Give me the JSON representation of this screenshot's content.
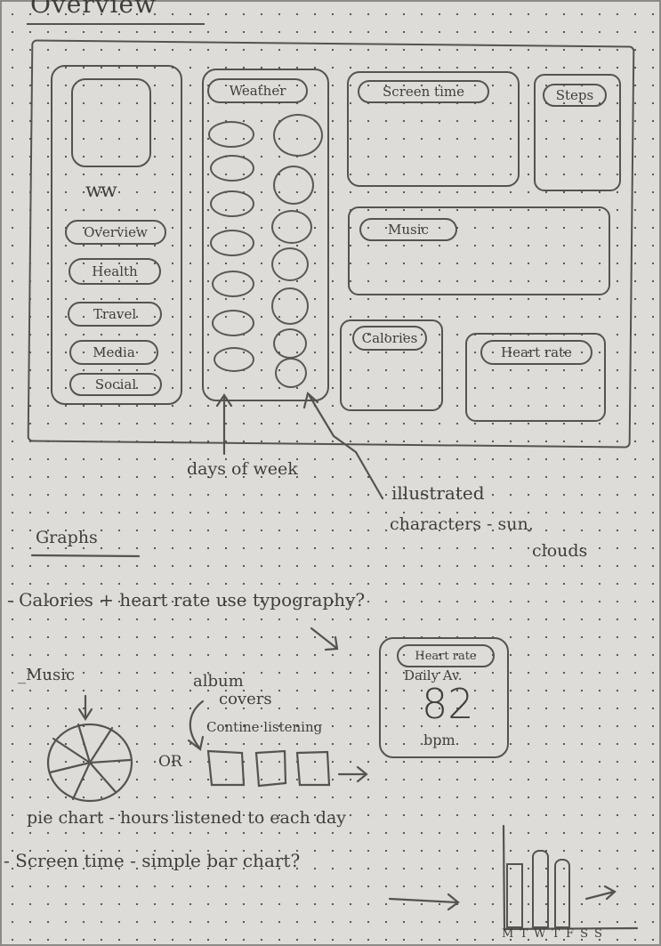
{
  "title": "Overview",
  "sidebar": {
    "squiggle": "ww",
    "items": [
      "Overview",
      "Health",
      "Travel",
      "Media",
      "Social"
    ]
  },
  "weather": {
    "label": "Weather"
  },
  "widgets": {
    "screen_time": "Screen time",
    "steps": "Steps",
    "music": "Music",
    "calories": "Calories",
    "heart_rate": "Heart rate"
  },
  "annotations": {
    "days": "days of week",
    "illustrated_1": "illustrated",
    "illustrated_2": "characters - sun,",
    "illustrated_3": "clouds"
  },
  "graphs": {
    "heading": "Graphs",
    "calories_note": "- Calories + heart rate use typography?",
    "music_label": "_Music",
    "album_1": "album",
    "album_2": "covers",
    "continue": "Contine listening",
    "or": "OR",
    "pie_note": "pie chart - hours listened to each day",
    "screen_note": "- Screen time - simple bar chart?",
    "card": {
      "title": "Heart rate",
      "subtitle": "Daily Av.",
      "value": "82",
      "unit": "bpm"
    },
    "bar_days": [
      "M",
      "T",
      "W",
      "T",
      "F",
      "S",
      "S"
    ]
  }
}
